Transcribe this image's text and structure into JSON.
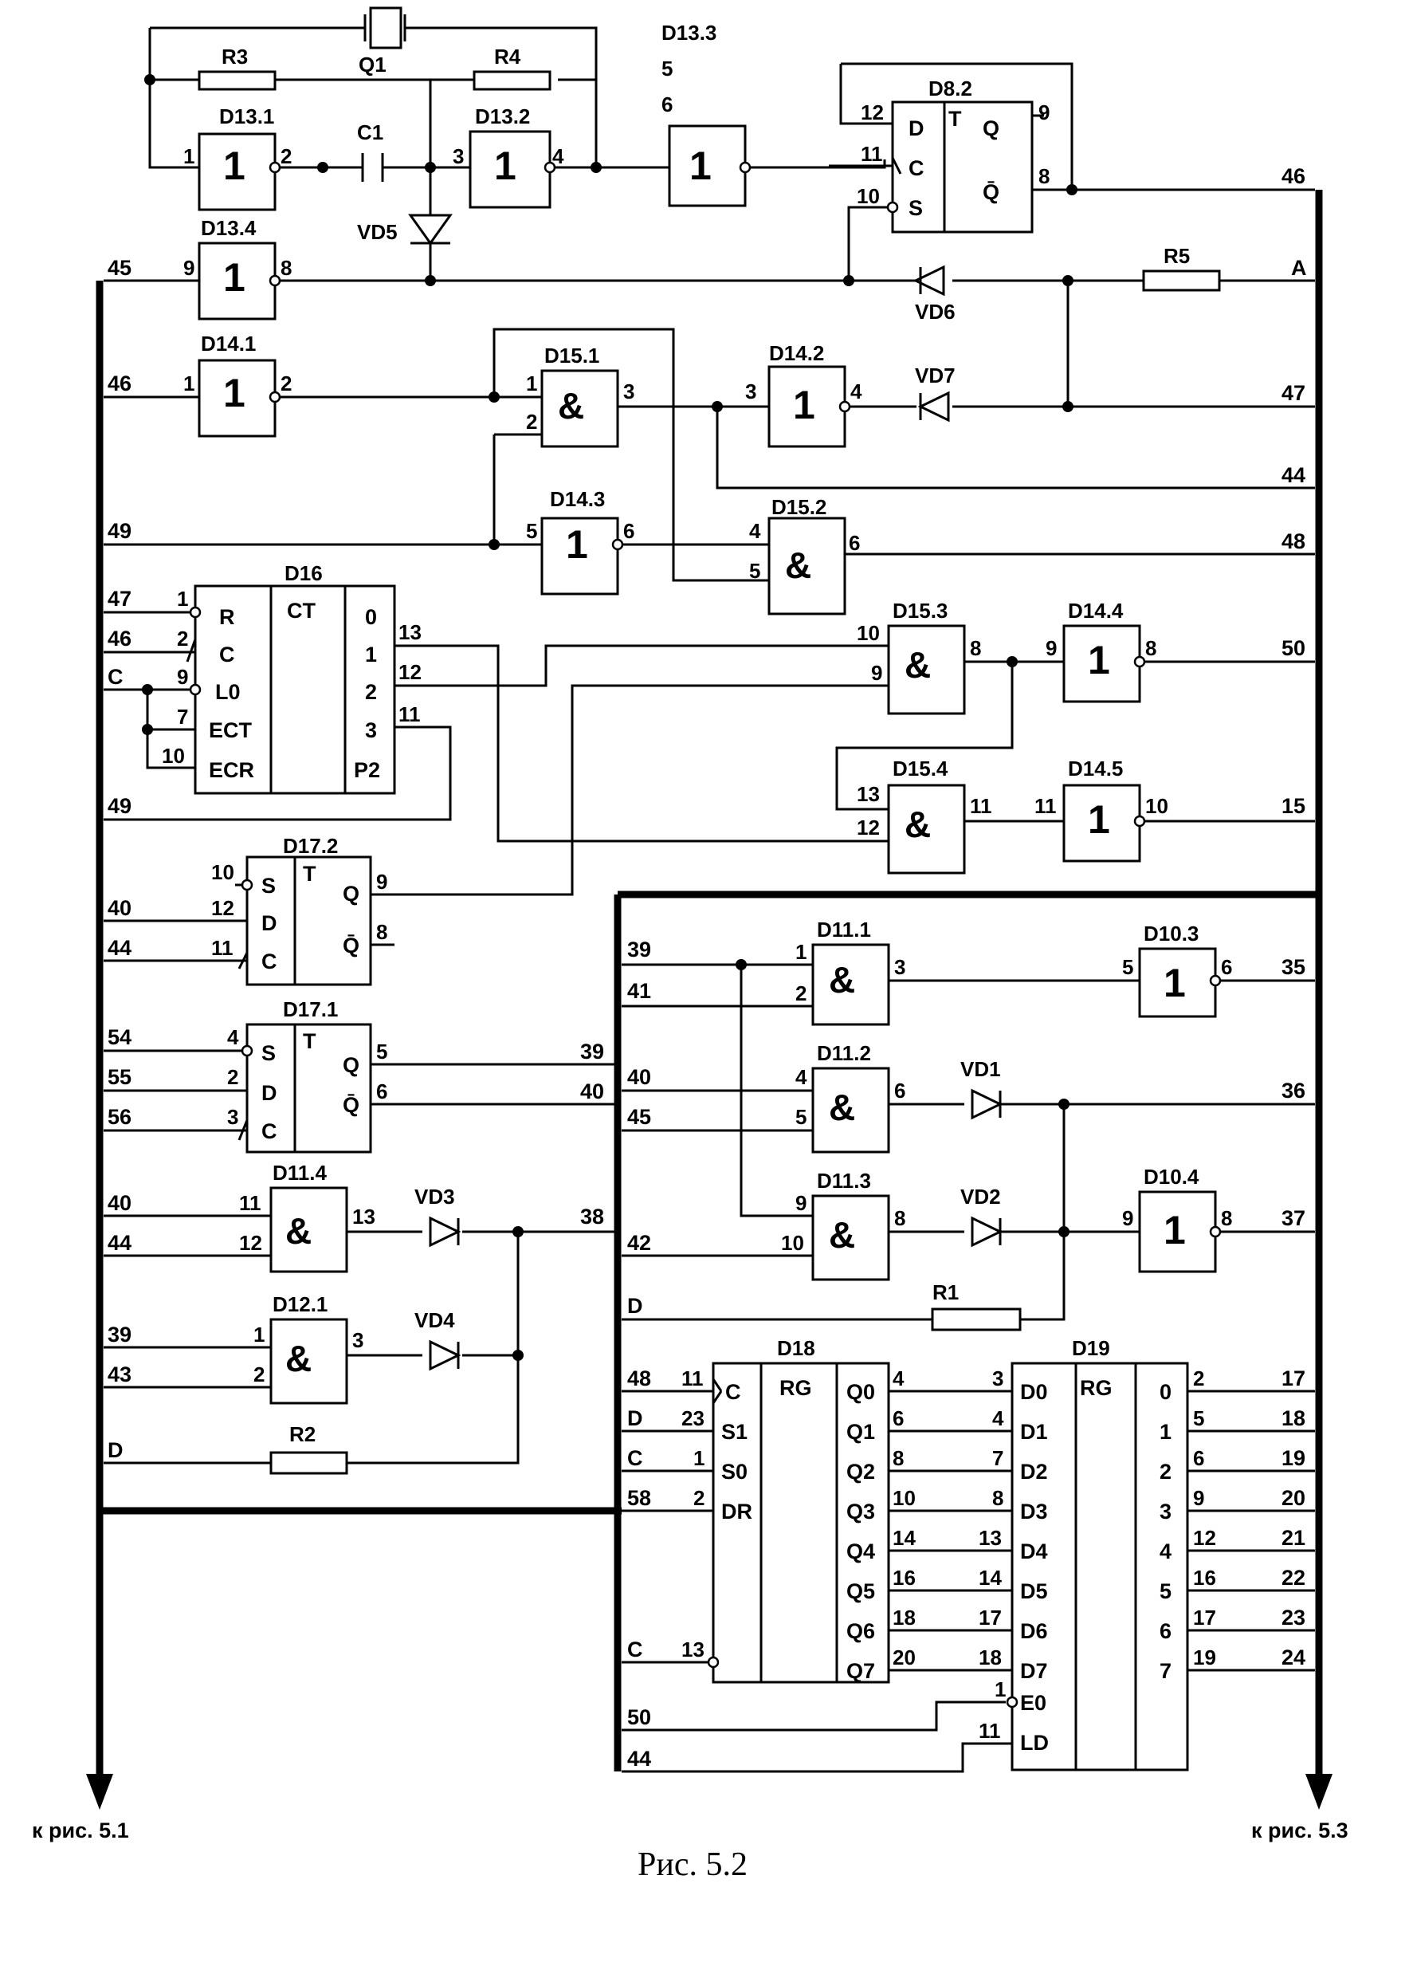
{
  "caption": "Рис. 5.2",
  "footer": {
    "left": "к рис. 5.1",
    "right": "к рис. 5.3"
  },
  "gates": [
    {
      "ref": "D13.1",
      "sym": "1"
    },
    {
      "ref": "D13.2",
      "sym": "1"
    },
    {
      "ref": "D13.3",
      "sym": "1"
    },
    {
      "ref": "D13.4",
      "sym": "1"
    },
    {
      "ref": "D14.1",
      "sym": "1"
    },
    {
      "ref": "D14.2",
      "sym": "1"
    },
    {
      "ref": "D14.3",
      "sym": "1"
    },
    {
      "ref": "D14.4",
      "sym": "1"
    },
    {
      "ref": "D14.5",
      "sym": "1"
    },
    {
      "ref": "D15.1",
      "sym": "&"
    },
    {
      "ref": "D15.2",
      "sym": "&"
    },
    {
      "ref": "D15.3",
      "sym": "&"
    },
    {
      "ref": "D15.4",
      "sym": "&"
    },
    {
      "ref": "D11.1",
      "sym": "&"
    },
    {
      "ref": "D11.2",
      "sym": "&"
    },
    {
      "ref": "D11.3",
      "sym": "&"
    },
    {
      "ref": "D11.4",
      "sym": "&"
    },
    {
      "ref": "D12.1",
      "sym": "&"
    },
    {
      "ref": "D10.3",
      "sym": "1"
    },
    {
      "ref": "D10.4",
      "sym": "1"
    }
  ],
  "chips": [
    {
      "ref": "D8.2",
      "type": "T",
      "pins_left": [
        "D",
        "C",
        "S"
      ],
      "pins_right": [
        "Q",
        "Q̄"
      ]
    },
    {
      "ref": "D16",
      "type": "CT",
      "pins_left": [
        "R",
        "C",
        "L0",
        "ECT",
        "ECR"
      ],
      "pins_right": [
        "0",
        "1",
        "2",
        "3",
        "P2"
      ]
    },
    {
      "ref": "D17.2",
      "type": "T",
      "pins_left": [
        "S",
        "D",
        "C"
      ],
      "pins_right": [
        "Q",
        "Q̄"
      ]
    },
    {
      "ref": "D17.1",
      "type": "T",
      "pins_left": [
        "S",
        "D",
        "C"
      ],
      "pins_right": [
        "Q",
        "Q̄"
      ]
    },
    {
      "ref": "D18",
      "type": "RG",
      "pins_left": [
        "C",
        "S1",
        "S0",
        "DR"
      ],
      "pins_right": [
        "Q0",
        "Q1",
        "Q2",
        "Q3",
        "Q4",
        "Q5",
        "Q6",
        "Q7"
      ]
    },
    {
      "ref": "D19",
      "type": "RG",
      "pins_left": [
        "D0",
        "D1",
        "D2",
        "D3",
        "D4",
        "D5",
        "D6",
        "D7",
        "E0",
        "LD"
      ],
      "pins_right": [
        "0",
        "1",
        "2",
        "3",
        "4",
        "5",
        "6",
        "7"
      ]
    }
  ],
  "components": [
    "R1",
    "R2",
    "R3",
    "R4",
    "R5",
    "C1",
    "Q1",
    "VD1",
    "VD2",
    "VD3",
    "VD4",
    "VD5",
    "VD6",
    "VD7"
  ],
  "pins": [
    "1",
    "2",
    "3",
    "4",
    "5",
    "6",
    "7",
    "8",
    "9",
    "10",
    "11",
    "12",
    "13",
    "14",
    "16",
    "17",
    "18",
    "19",
    "20",
    "23"
  ],
  "nets": [
    "45",
    "46",
    "47",
    "44",
    "49",
    "48",
    "50",
    "15",
    "40",
    "54",
    "55",
    "56",
    "39",
    "41",
    "45",
    "42",
    "38",
    "35",
    "36",
    "37",
    "43",
    "58",
    "17",
    "18",
    "19",
    "20",
    "21",
    "22",
    "23",
    "24",
    "A",
    "C",
    "D"
  ]
}
